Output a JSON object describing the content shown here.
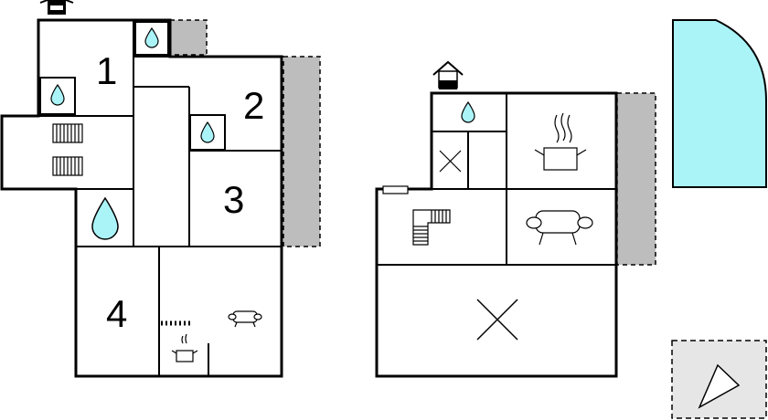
{
  "colors": {
    "wall": "#000000",
    "terrace": "#bdbdbd",
    "pool": "#aaf4f8",
    "water": "#aaf4f8",
    "compass_bg": "#e6e6e6"
  },
  "floor_plan_left": {
    "rooms": [
      {
        "id": "1",
        "label": "1"
      },
      {
        "id": "2",
        "label": "2"
      },
      {
        "id": "3",
        "label": "3"
      },
      {
        "id": "4",
        "label": "4"
      }
    ],
    "icons": [
      "chimney-icon",
      "water-drop-icon",
      "radiator-icon",
      "stove-pot-icon",
      "sofa-icon"
    ]
  },
  "floor_plan_right": {
    "icons": [
      "chimney-icon",
      "water-drop-icon",
      "stove-pot-icon",
      "sofa-icon",
      "staircase-icon",
      "empty-space-cross-icon"
    ]
  },
  "pool": {
    "icon": "pool-shape"
  },
  "compass": {
    "icon": "north-arrow-icon"
  }
}
